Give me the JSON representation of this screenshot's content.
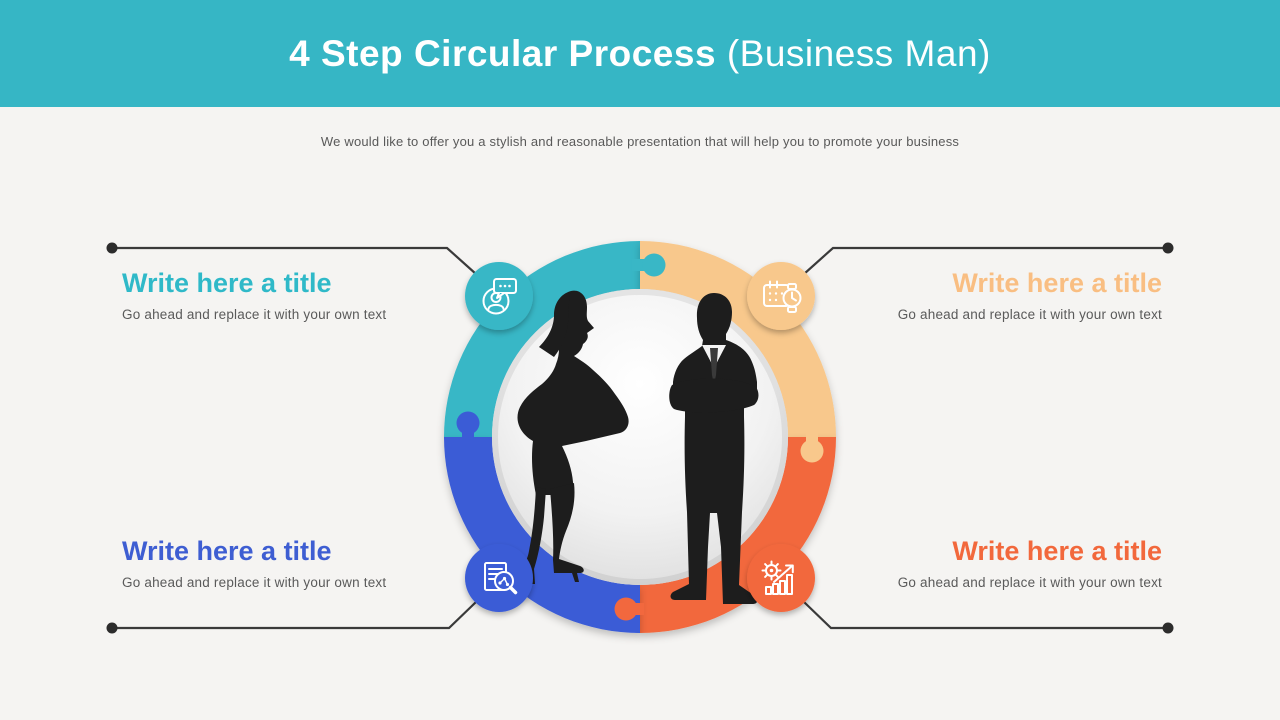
{
  "header": {
    "title_strong": "4 Step Circular Process",
    "title_light": " (Business Man)"
  },
  "subtitle": "We would like to offer you a stylish and reasonable presentation that will help you to promote your business",
  "steps": [
    {
      "position": "top-left",
      "title": "Write here a title",
      "description": "Go ahead and replace it with your own text",
      "color": "#2fb9c8",
      "icon": "user-chat-icon"
    },
    {
      "position": "top-right",
      "title": "Write here a title",
      "description": "Go ahead and replace it with your own text",
      "color": "#f9be82",
      "icon": "calendar-clock-icon"
    },
    {
      "position": "bottom-left",
      "title": "Write here a title",
      "description": "Go ahead and replace it with your own text",
      "color": "#3e5ed2",
      "icon": "document-search-icon"
    },
    {
      "position": "bottom-right",
      "title": "Write here a title",
      "description": "Go ahead and replace it with your own text",
      "color": "#f2683c",
      "icon": "growth-chart-icon"
    }
  ],
  "colors": {
    "header_bg": "#36b6c5",
    "background": "#f5f4f2",
    "teal": "#39b7c6",
    "peach": "#f8c88c",
    "blue": "#3b5cd6",
    "orange": "#f2683e",
    "line": "#3a3a3a",
    "dot": "#2c2c2c",
    "silhouette": "#1d1d1d",
    "tie": "#3a3a3a",
    "shirt": "#f4f4f4"
  }
}
